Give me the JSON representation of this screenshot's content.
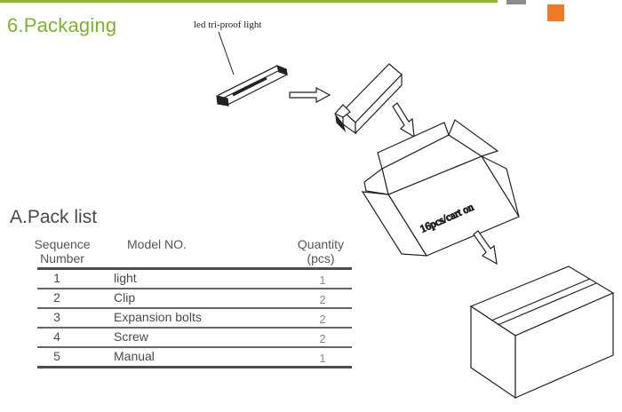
{
  "section": {
    "title": "6.Packaging"
  },
  "illustration": {
    "product_label": "led tri-proof light",
    "carton_label": "16pcs/cart on"
  },
  "pack_list": {
    "heading": "A.Pack list",
    "headers": {
      "sequence_line1": "Sequence",
      "sequence_line2": "Number",
      "model": "Model NO.",
      "quantity_line1": "Quantity",
      "quantity_line2": "(pcs)"
    },
    "rows": [
      {
        "seq": "1",
        "model": "light",
        "qty": "1"
      },
      {
        "seq": "2",
        "model": "Clip",
        "qty": "2"
      },
      {
        "seq": "3",
        "model": "Expansion bolts",
        "qty": "2"
      },
      {
        "seq": "4",
        "model": "Screw",
        "qty": "2"
      },
      {
        "seq": "5",
        "model": "Manual",
        "qty": "1"
      }
    ]
  },
  "colors": {
    "accent_green": "#7cb32b",
    "accent_orange": "#ef7a24"
  }
}
